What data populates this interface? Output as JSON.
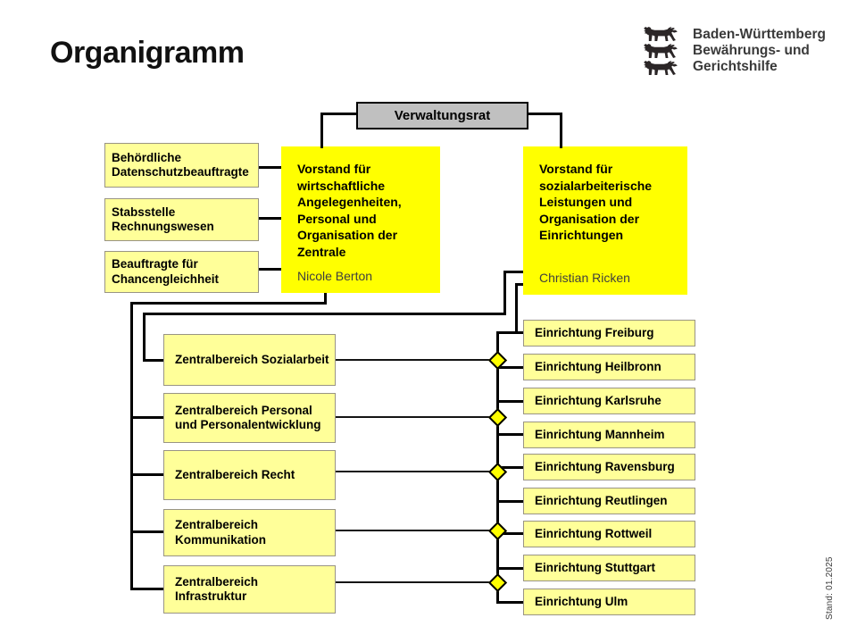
{
  "page": {
    "title": "Organigramm"
  },
  "logo": {
    "icon": "baden-wuerttemberg-lions-icon",
    "lines": [
      "Baden-Württemberg",
      "Bewährungs- und",
      "Gerichtshilfe"
    ]
  },
  "board": {
    "label": "Verwaltungsrat"
  },
  "staff_units": [
    "Behördliche Datenschutzbeauftragte",
    "Stabsstelle Rechnungswesen",
    "Beauftragte für Chancengleichheit"
  ],
  "vorstand_left": {
    "title": "Vorstand für wirtschaftliche Angelegenheiten, Personal und Organisation der Zentrale",
    "name": "Nicole Berton"
  },
  "vorstand_right": {
    "title": "Vorstand für sozialarbeiterische Leistungen und Organisation der Einrichtungen",
    "name": "Christian Ricken"
  },
  "zentralbereiche": [
    "Zentralbereich Sozialarbeit",
    "Zentralbereich Personal und Personalentwicklung",
    "Zentralbereich Recht",
    "Zentralbereich Kommunikation",
    "Zentralbereich Infrastruktur"
  ],
  "einrichtungen": [
    "Einrichtung Freiburg",
    "Einrichtung Heilbronn",
    "Einrichtung Karlsruhe",
    "Einrichtung Mannheim",
    "Einrichtung Ravensburg",
    "Einrichtung Reutlingen",
    "Einrichtung Rottweil",
    "Einrichtung Stuttgart",
    "Einrichtung Ulm"
  ],
  "footer": {
    "stand": "Stand: 01.2025"
  },
  "colors": {
    "bright_yellow": "#FFFF00",
    "pale_yellow": "#FFFF99",
    "board_gray": "#C0C0C0",
    "line_black": "#000000"
  }
}
